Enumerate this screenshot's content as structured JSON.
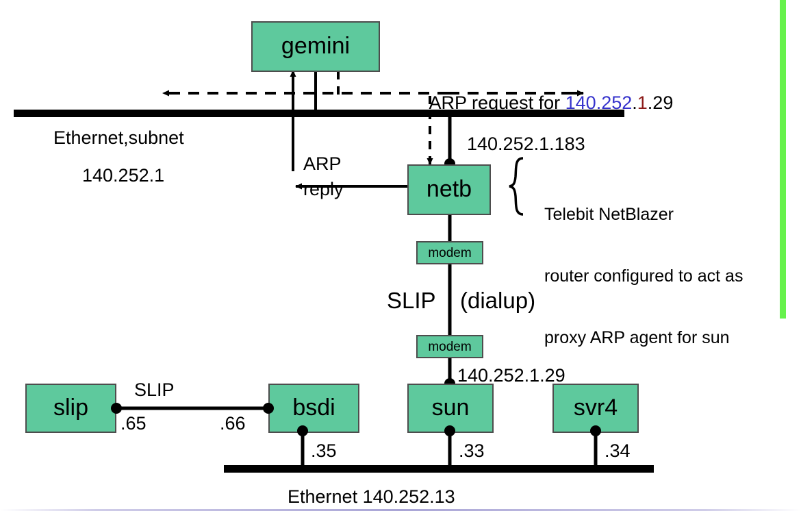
{
  "figure": {
    "title": "Proxy ARP network topology",
    "colors": {
      "host_fill": "#5ec99d",
      "host_stroke": "#4d4d4d",
      "line": "#000000",
      "accent_green": "#66f24c",
      "ip_blue": "#3633cc",
      "ip_red": "#8c1a18"
    }
  },
  "hosts": {
    "gemini": "gemini",
    "netb": "netb",
    "slip": "slip",
    "bsdi": "bsdi",
    "sun": "sun",
    "svr4": "svr4"
  },
  "modems": {
    "top": "modem",
    "bottom": "modem"
  },
  "labels": {
    "arp_request_prefix": "ARP request for ",
    "arp_request_ip": {
      "part_blue": "140.252",
      "dot1": ".",
      "part_red": "1",
      "part_tail": ".29"
    },
    "arp_reply_line1": "ARP",
    "arp_reply_line2": "reply",
    "top_net_line1": "Ethernet,subnet",
    "top_net_line2": "140.252.1",
    "netb_ip": "140.252.1.183",
    "sun_ip": "140.252.1.29",
    "slip_link": "SLIP",
    "slip_65": ".65",
    "slip_66": ".66",
    "bsdi_35": ".35",
    "sun_33": ".33",
    "svr4_34": ".34",
    "dialup_proto": "SLIP",
    "dialup_kind": "(dialup)",
    "bottom_net": "Ethernet 140.252.13",
    "note_line1": "Telebit NetBlazer",
    "note_line2": "router configured to act as",
    "note_line3": "proxy ARP agent for sun"
  }
}
